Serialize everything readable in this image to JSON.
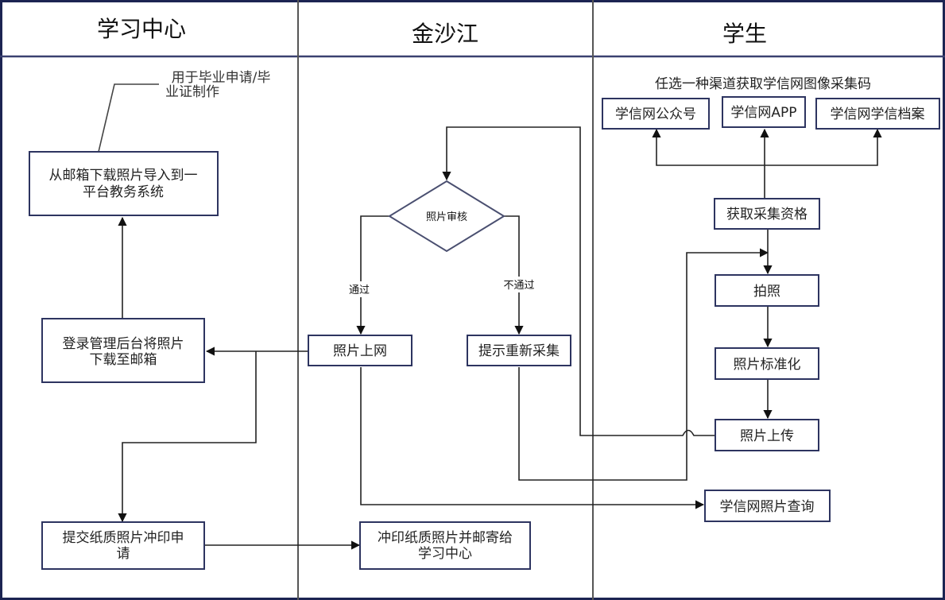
{
  "lanes": [
    {
      "id": "learning-center",
      "title": "学习中心"
    },
    {
      "id": "jinshajiang",
      "title": "金沙江"
    },
    {
      "id": "student",
      "title": "学生"
    }
  ],
  "note": {
    "line1": "用于毕业申请/毕",
    "line2": "业证制作"
  },
  "student": {
    "channel_caption": "任选一种渠道获取学信网图像采集码",
    "channels": [
      {
        "label": "学信网公众号"
      },
      {
        "label": "学信网APP"
      },
      {
        "label": "学信网学信档案"
      }
    ],
    "get_qualification": "获取采集资格",
    "take_photo": "拍照",
    "standardize": "照片标准化",
    "upload": "照片上传",
    "query": "学信网照片查询"
  },
  "jinshajiang": {
    "review": "照片审核",
    "pass_label": "通过",
    "fail_label": "不通过",
    "online": "照片上网",
    "recollect": "提示重新采集",
    "print_mail_line1": "冲印纸质照片并邮寄给",
    "print_mail_line2": "学习中心"
  },
  "learning_center": {
    "import_line1": "从邮箱下载照片导入到一",
    "import_line2": "平台教务系统",
    "download_line1": "登录管理后台将照片",
    "download_line2": "下载至邮箱",
    "submit_line1": "提交纸质照片冲印申",
    "submit_line2": "请"
  }
}
